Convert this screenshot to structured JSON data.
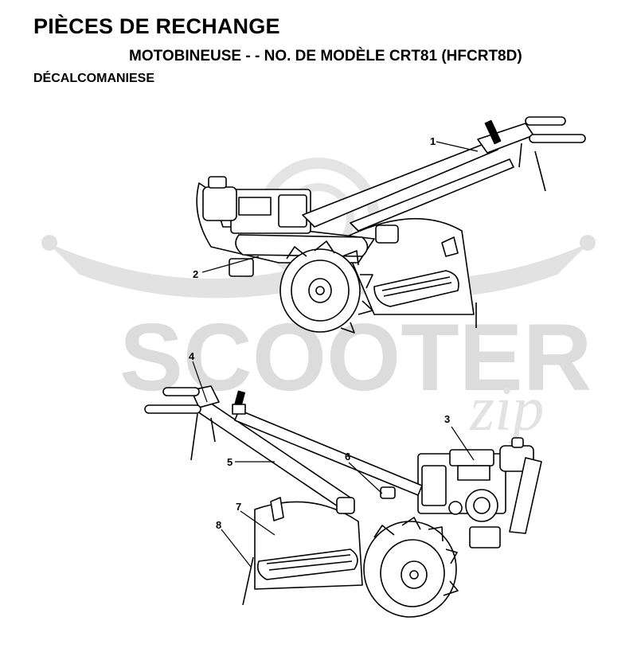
{
  "header": {
    "title": "PIÈCES DE RECHANGE",
    "subtitle": "MOTOBINEUSE - - NO.  DE MODÈLE CRT81 (HFCRT8D)",
    "section": "DÉCALCOMANIESE"
  },
  "watermark": {
    "text": "SCOOTER",
    "script": "zip",
    "color": "#dcdcdc"
  },
  "callouts": [
    "1",
    "2",
    "3",
    "4",
    "5",
    "6",
    "7",
    "8"
  ]
}
